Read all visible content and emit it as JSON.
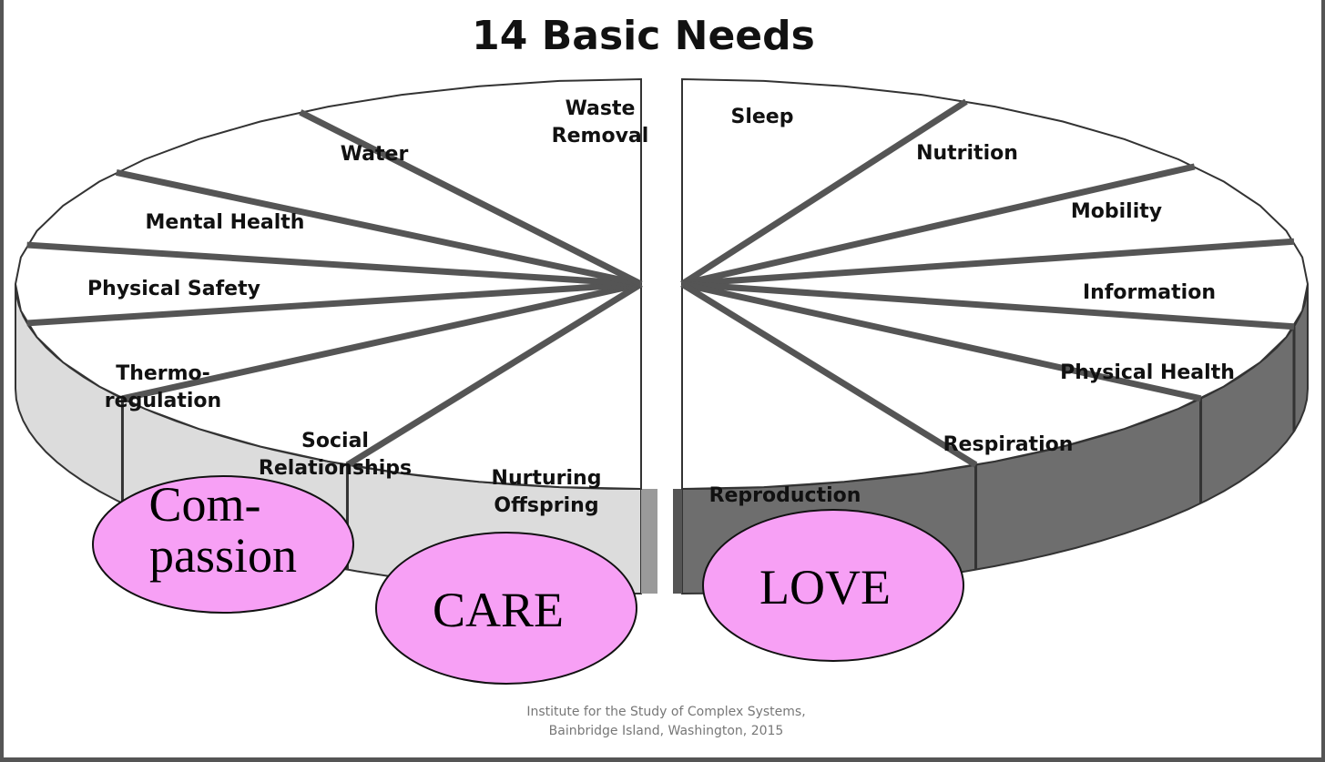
{
  "title": "14 Basic Needs",
  "needs": [
    {
      "lines": [
        "Sleep"
      ]
    },
    {
      "lines": [
        "Nutrition"
      ]
    },
    {
      "lines": [
        "Mobility"
      ]
    },
    {
      "lines": [
        "Information"
      ]
    },
    {
      "lines": [
        "Physical Health"
      ]
    },
    {
      "lines": [
        "Respiration"
      ]
    },
    {
      "lines": [
        "Reproduction"
      ]
    },
    {
      "lines": [
        "Nurturing",
        "Offspring"
      ]
    },
    {
      "lines": [
        "Social",
        "Relationships"
      ]
    },
    {
      "lines": [
        "Thermo-",
        "regulation"
      ]
    },
    {
      "lines": [
        "Physical Safety"
      ]
    },
    {
      "lines": [
        "Mental Health"
      ]
    },
    {
      "lines": [
        "Water"
      ]
    },
    {
      "lines": [
        "Waste",
        "Removal"
      ]
    }
  ],
  "bubbles": [
    {
      "lines": [
        "Com-",
        "passion"
      ]
    },
    {
      "lines": [
        "CARE"
      ]
    },
    {
      "lines": [
        "LOVE"
      ]
    }
  ],
  "colors": {
    "bubble_fill": "#f7a0f5",
    "top_fill": "#ffffff",
    "divider": "#555555",
    "right_side": "#6e6e6e",
    "left_side": "#dcdcdc"
  },
  "credit": {
    "line1": "Institute for the Study of Complex Systems,",
    "line2": "Bainbridge Island, Washington, 2015"
  }
}
